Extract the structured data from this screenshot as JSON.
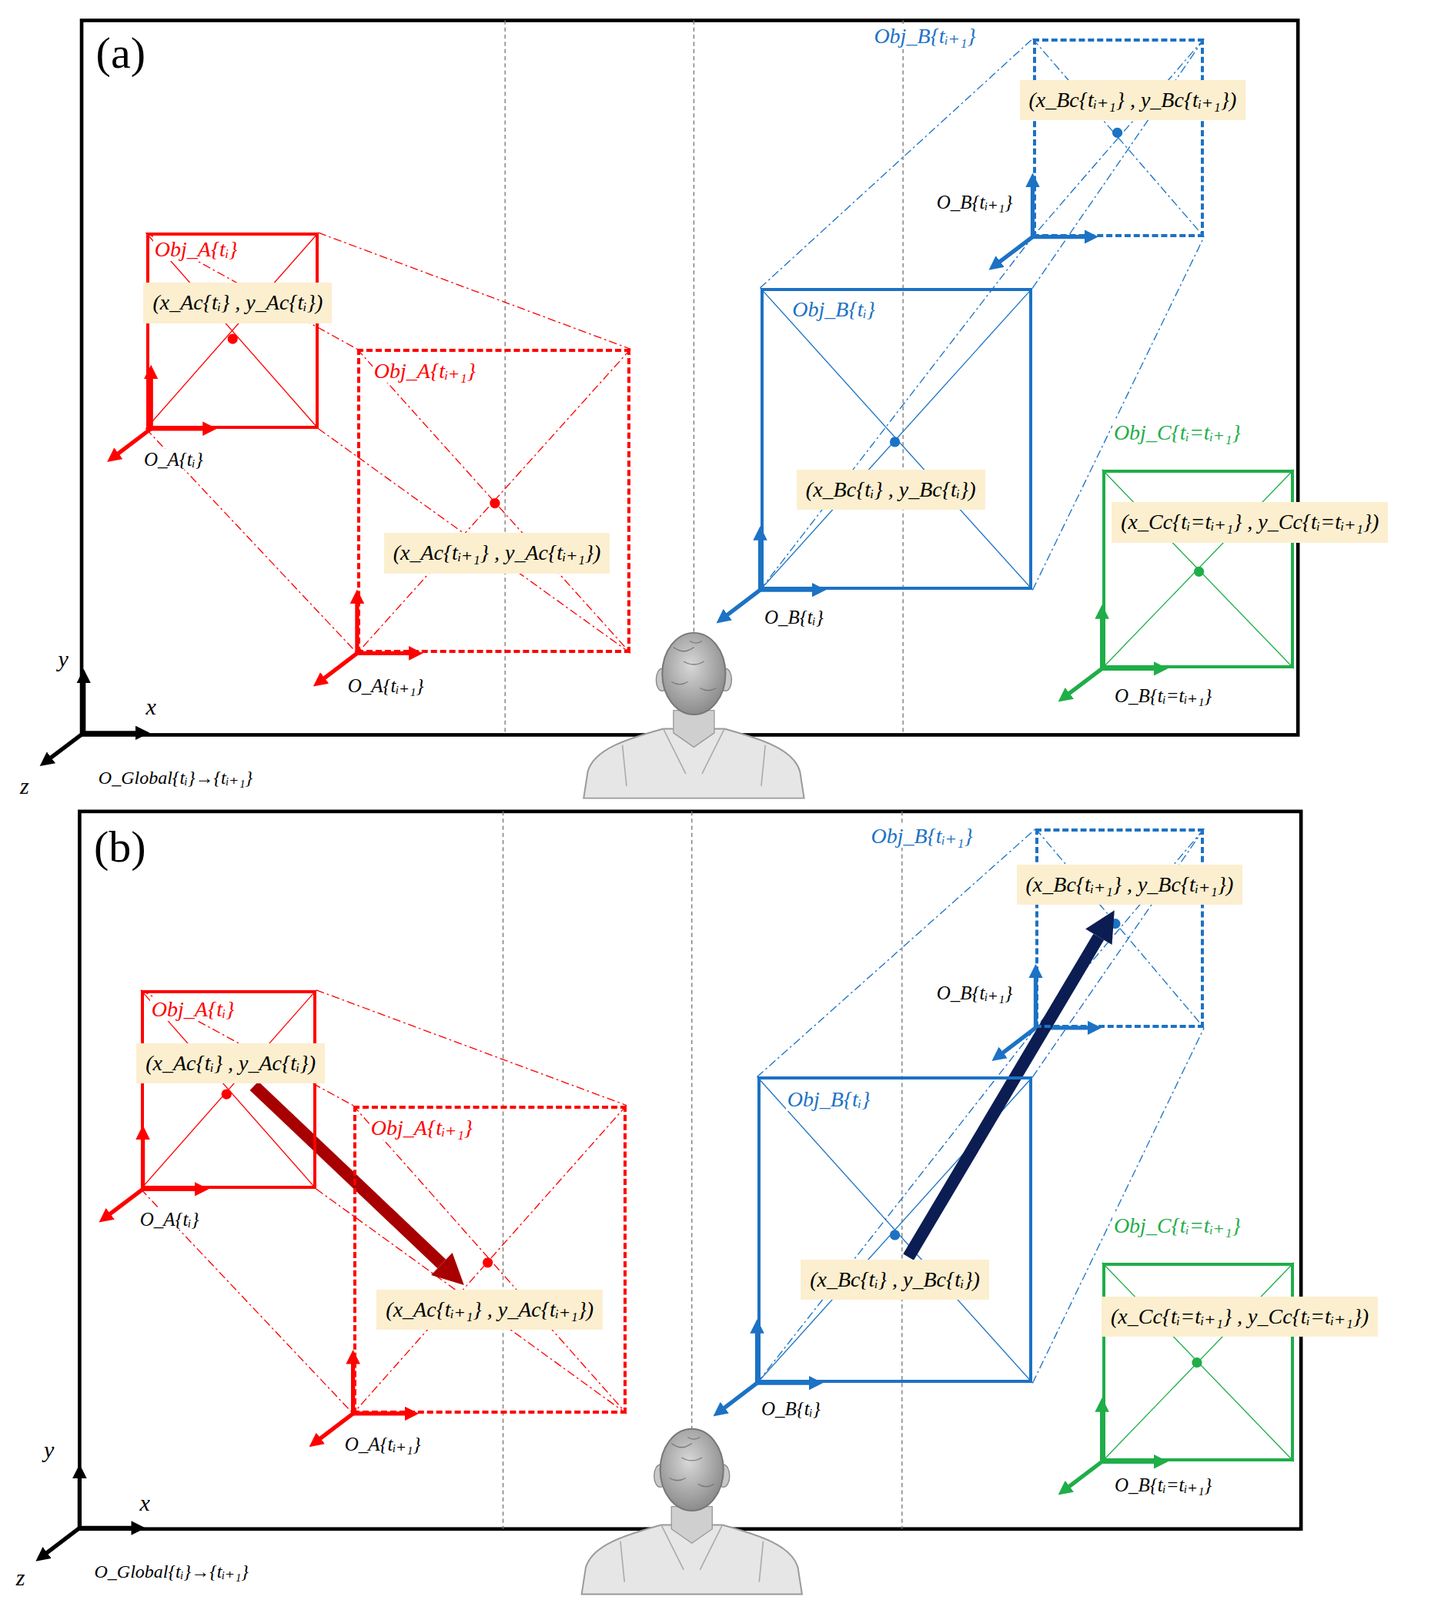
{
  "diagram": {
    "nodes": [
      {
        "text": [
          "(a)"
        ]
      },
      {
        "text": [
          "Obj_A{tᵢ}"
        ],
        "in": 0
      },
      {
        "text": [
          "(x_Ac{tᵢ} , y_Ac{tᵢ})"
        ],
        "in": 1
      },
      {
        "text": [
          "Obj_A{tᵢ₊₁}"
        ],
        "in": 0
      },
      {
        "text": [
          "(x_Ac{tᵢ₊₁} , y_Ac{tᵢ₊₁})"
        ],
        "in": 3
      },
      {
        "text": [
          "Obj_B{tᵢ}"
        ],
        "in": 0
      },
      {
        "text": [
          "(x_Bc{tᵢ} , y_Bc{tᵢ})"
        ],
        "in": 5
      },
      {
        "text": [
          "Obj_B{tᵢ₊₁}"
        ],
        "in": 0
      },
      {
        "text": [
          "(x_Bc{tᵢ₊₁} , y_Bc{tᵢ₊₁})"
        ],
        "in": 7
      },
      {
        "text": [
          "Obj_C{tᵢ=tᵢ₊₁}"
        ],
        "in": 0
      },
      {
        "text": [
          "(x_Cc{tᵢ=tᵢ₊₁} , y_Cc{tᵢ=tᵢ₊₁})"
        ],
        "in": 9
      },
      {
        "text": [
          "(b)"
        ]
      },
      {
        "text": [
          "Obj_A{tᵢ}"
        ],
        "in": 11
      },
      {
        "text": [
          "(x_Ac{tᵢ} , y_Ac{tᵢ})"
        ],
        "in": 12
      },
      {
        "text": [
          "Obj_A{tᵢ₊₁}"
        ],
        "in": 11
      },
      {
        "text": [
          "(x_Ac{tᵢ₊₁} , y_Ac{tᵢ₊₁})"
        ],
        "in": 14
      },
      {
        "text": [
          "Obj_B{tᵢ}"
        ],
        "in": 11
      },
      {
        "text": [
          "(x_Bc{tᵢ} , y_Bc{tᵢ})"
        ],
        "in": 16
      },
      {
        "text": [
          "Obj_B{tᵢ₊₁}"
        ],
        "in": 11
      },
      {
        "text": [
          "(x_Bc{tᵢ₊₁} , y_Bc{tᵢ₊₁})"
        ],
        "in": 18
      },
      {
        "text": [
          "Obj_C{tᵢ=tᵢ₊₁}"
        ],
        "in": 11
      },
      {
        "text": [
          "(x_Cc{tᵢ=tᵢ₊₁} , y_Cc{tᵢ=tᵢ₊₁})"
        ],
        "in": 20
      }
    ],
    "edges": [
      {
        "from": 13,
        "to": 15,
        "arrow": "to"
      },
      {
        "from": 17,
        "to": 19,
        "arrow": "to"
      }
    ],
    "labels": [
      "O_A{tᵢ}",
      "O_A{tᵢ₊₁}",
      "O_B{tᵢ}",
      "O_B{tᵢ₊₁}",
      "O_B{tᵢ=tᵢ₊₁}",
      "y",
      "x",
      "z",
      "O_Global{tᵢ}→{tᵢ₊₁}",
      "O_A{tᵢ}",
      "O_A{tᵢ₊₁}",
      "O_B{tᵢ}",
      "O_B{tᵢ₊₁}",
      "O_B{tᵢ=tᵢ₊₁}",
      "y",
      "x",
      "z",
      "O_Global{tᵢ}→{tᵢ₊₁}"
    ]
  }
}
